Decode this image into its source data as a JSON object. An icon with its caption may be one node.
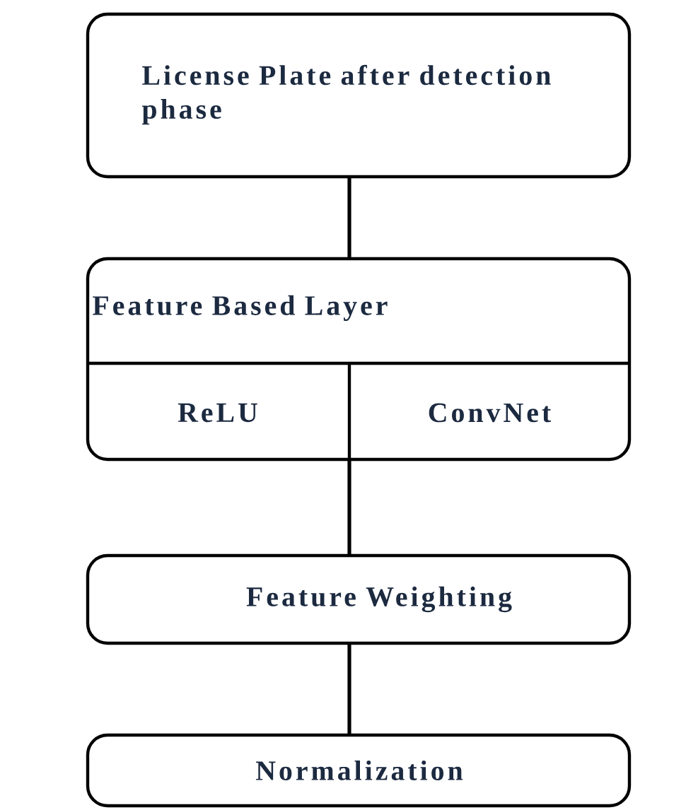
{
  "diagram": {
    "nodes": [
      {
        "text": [
          "License Plate after detection phase"
        ]
      },
      {
        "text": [
          "Feature Based Layer"
        ]
      },
      {
        "text": [
          "ReLU"
        ],
        "in": 1
      },
      {
        "text": [
          "ConvNet"
        ],
        "in": 1
      },
      {
        "text": [
          "Feature Weighting"
        ]
      },
      {
        "text": [
          "Normalization"
        ]
      }
    ],
    "edges": [
      {
        "from": 0,
        "to": 1,
        "arrow": "none"
      },
      {
        "from": 1,
        "to": 4,
        "arrow": "none"
      },
      {
        "from": 4,
        "to": 5,
        "arrow": "none"
      }
    ]
  }
}
